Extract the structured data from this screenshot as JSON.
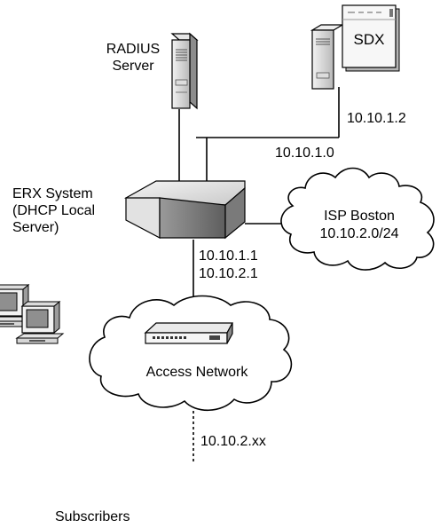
{
  "nodes": {
    "radius": {
      "line1": "RADIUS",
      "line2": "Server",
      "icon": "server-tower-icon"
    },
    "sdx": {
      "label": "SDX",
      "icon": "sdx-server-window-icon"
    },
    "erx": {
      "line1": "ERX System",
      "line2": "(DHCP Local",
      "line3": "Server)",
      "icon": "erx-router-box-icon"
    },
    "isp": {
      "line1": "ISP Boston",
      "line2": "10.10.2.0/24",
      "icon": "cloud-icon"
    },
    "access": {
      "label": "Access Network",
      "icon": "cloud-icon"
    },
    "subscribers": {
      "label": "Subscribers",
      "icon": "computer-icon"
    }
  },
  "addresses": {
    "sdx_ip": "10.10.1.2",
    "segment": "10.10.1.0",
    "erx_ip1": "10.10.1.1",
    "erx_ip2": "10.10.2.1",
    "subscriber_net": "10.10.2.xx"
  }
}
